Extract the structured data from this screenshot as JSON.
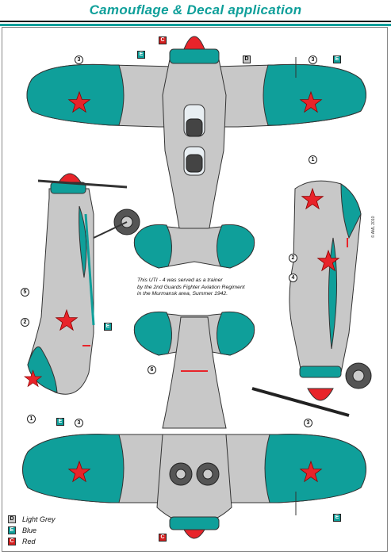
{
  "title": "Camouflage & Decal application",
  "note": [
    "This UTI - 4 was served as a trainer",
    "by  the 2nd Guards Fighter Aviation Regiment",
    "in the Murmansk area, Summer  1942."
  ],
  "copyright": "© AML 2010",
  "legend": [
    {
      "code": "D",
      "label": "Light Grey",
      "color": "#c8c8c8"
    },
    {
      "code": "E",
      "label": "Blue",
      "color": "#0f9f9a"
    },
    {
      "code": "C",
      "label": "Red",
      "color": "#d42020"
    }
  ],
  "colors": {
    "grey": "#c8c8c8",
    "blue": "#0f9f9a",
    "red": "#e8242a",
    "dark": "#222222"
  },
  "callouts": {
    "c1": "1",
    "c2": "2",
    "c3": "3",
    "c4": "4",
    "c5": "5",
    "c6": "6"
  },
  "tags": {
    "d": "D",
    "e": "E",
    "c": "C"
  }
}
